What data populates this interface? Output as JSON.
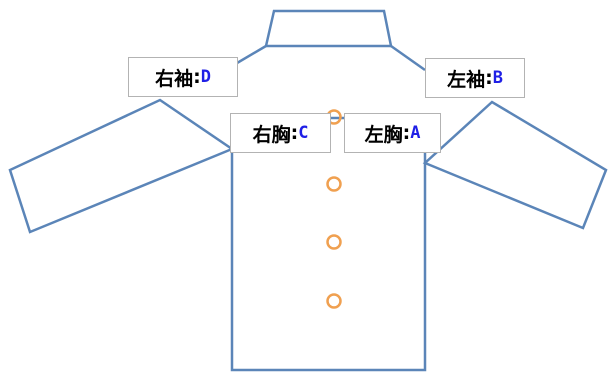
{
  "colors": {
    "outline": "#5b85b8",
    "button": "#f0a050",
    "label_border": "#b3b3b3",
    "code_text": "#1f1fe6"
  },
  "labels": {
    "right_sleeve": {
      "name": "右袖",
      "separator": ":",
      "code": "D"
    },
    "left_sleeve": {
      "name": "左袖",
      "separator": ":",
      "code": "B"
    },
    "right_chest": {
      "name": "右胸",
      "separator": ":",
      "code": "C"
    },
    "left_chest": {
      "name": "左胸",
      "separator": ":",
      "code": "A"
    }
  },
  "buttons": {
    "count": 4
  }
}
